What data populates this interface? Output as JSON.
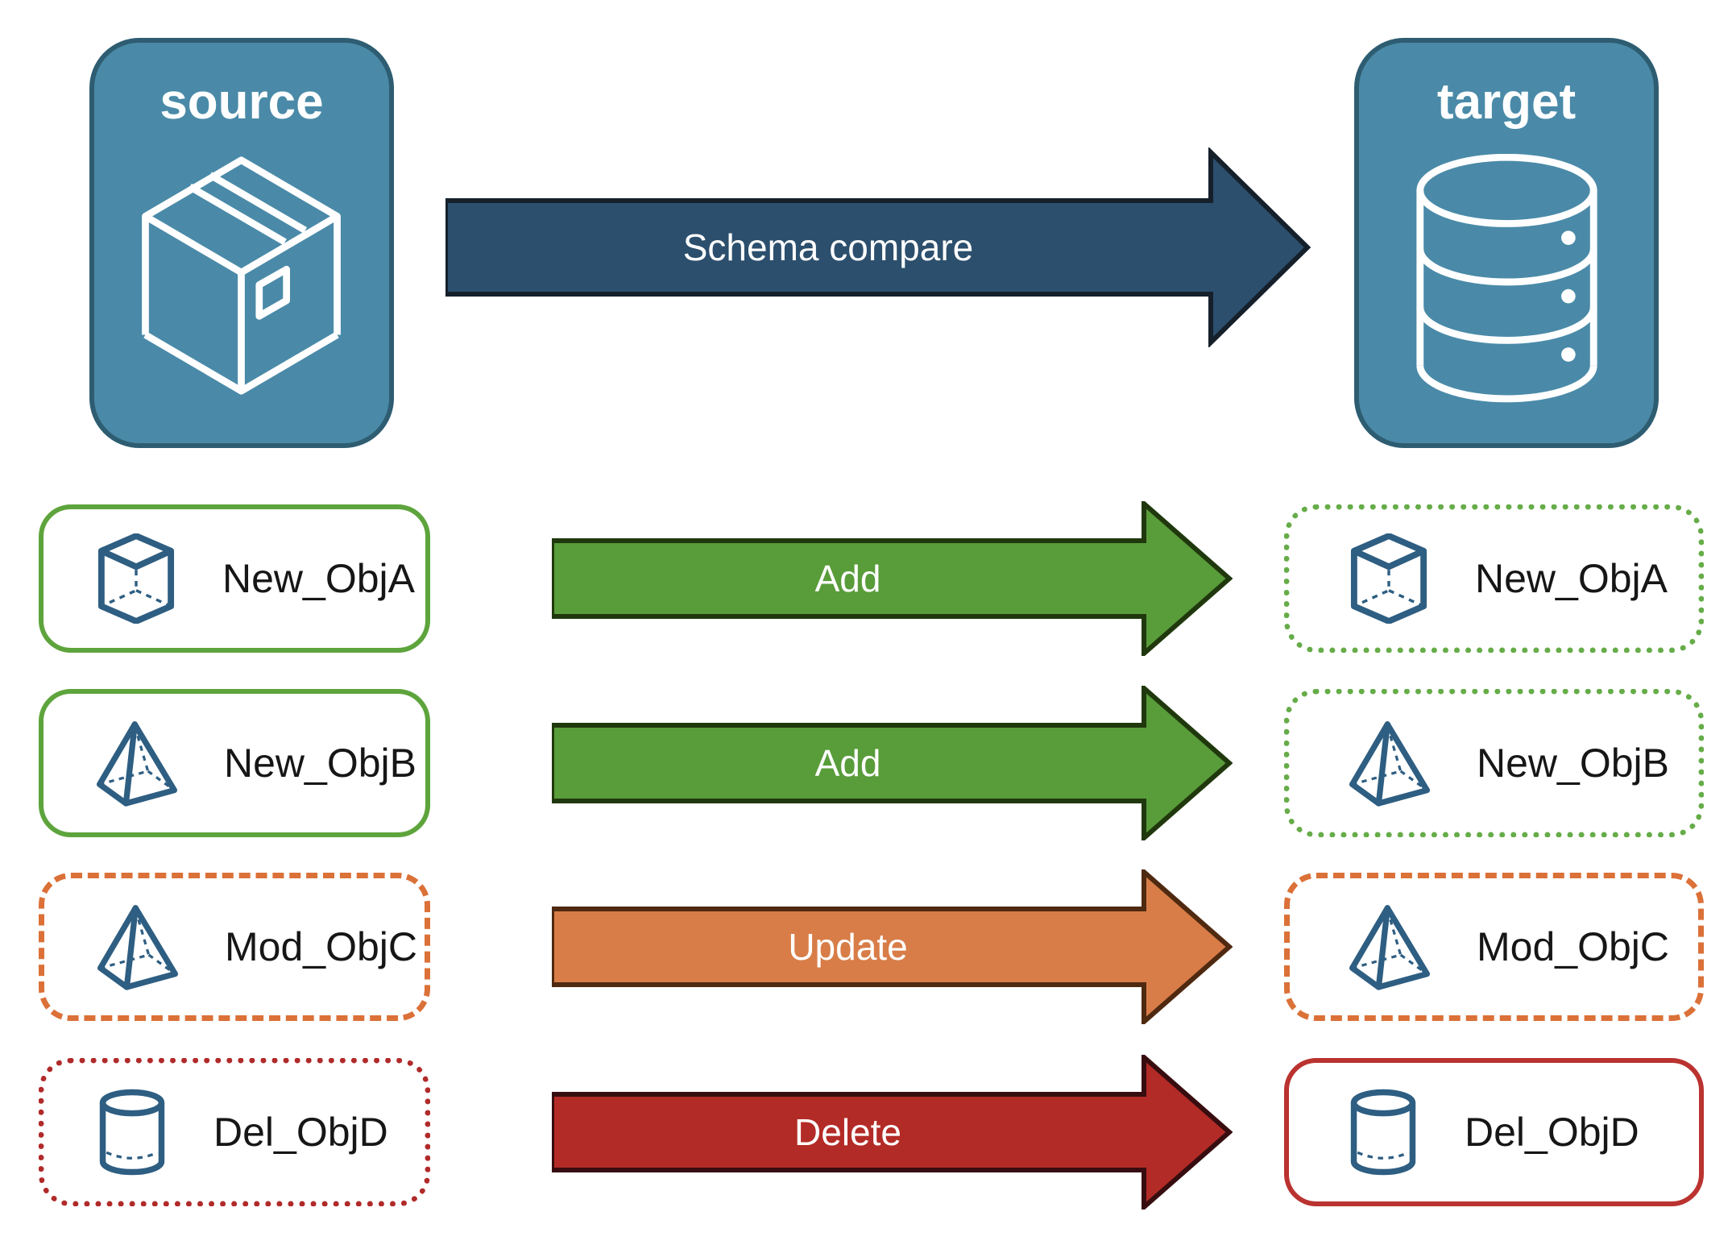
{
  "diagram": {
    "source_panel": {
      "label": "source",
      "icon": "package-icon"
    },
    "target_panel": {
      "label": "target",
      "icon": "database-icon"
    },
    "compare_arrow": {
      "label": "Schema compare"
    },
    "rows": [
      {
        "object": "New_ObjA",
        "icon": "cube-icon",
        "action": "Add",
        "left_style": "solid-green",
        "right_style": "dotted-green"
      },
      {
        "object": "New_ObjB",
        "icon": "pyramid-icon",
        "action": "Add",
        "left_style": "solid-green",
        "right_style": "dotted-green"
      },
      {
        "object": "Mod_ObjC",
        "icon": "pyramid-icon",
        "action": "Update",
        "left_style": "dashed-orange",
        "right_style": "dashed-orange"
      },
      {
        "object": "Del_ObjD",
        "icon": "cylinder-icon",
        "action": "Delete",
        "left_style": "dotted-red",
        "right_style": "solid-red"
      }
    ]
  },
  "colors": {
    "panel-blue": "#4A8AA8",
    "panel-blue-border": "#2E5D72",
    "icon-blue": "#2E5E82",
    "navy-arrow": "#2C4F6D",
    "navy-arrow-border": "#15202B",
    "green": "#5EA43D",
    "green-dot": "#66AC48",
    "green-arrow": "#599C3A",
    "green-arrow-border": "#20380D",
    "orange": "#DB7138",
    "orange-arrow": "#D87D48",
    "orange-arrow-border": "#4F2910",
    "red": "#B12A2A",
    "red-solid": "#BA3330",
    "red-arrow": "#B32B26",
    "red-arrow-border": "#380D10",
    "label-text": "#161616"
  }
}
